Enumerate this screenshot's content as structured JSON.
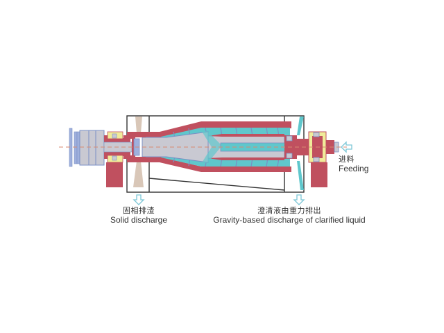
{
  "diagram": {
    "subject": "Decanter centrifuge cross-section",
    "colors": {
      "liquid": "#5fc7cc",
      "housing_red": "#c0505f",
      "bearing_yellow": "#f0ec9a",
      "metal_gray": "#c9c9d2",
      "outline_blue": "#7a8fc4",
      "solids": "#d9c7b8",
      "centerline": "#d98a70",
      "frame_line": "#333333",
      "arrow": "#7cc6d6"
    }
  },
  "labels": {
    "solid_discharge": {
      "cn": "固相排渣",
      "en": "Solid discharge"
    },
    "liquid_discharge": {
      "cn": "澄清液由重力排出",
      "en": "Gravity-based discharge of clarified liquid"
    },
    "feeding": {
      "cn": "进料",
      "en": "Feeding"
    }
  },
  "icons": {
    "solid_arrow": "arrow-down-outline",
    "liquid_arrow": "arrow-down-outline",
    "feed_arrow": "arrow-left-outline"
  }
}
